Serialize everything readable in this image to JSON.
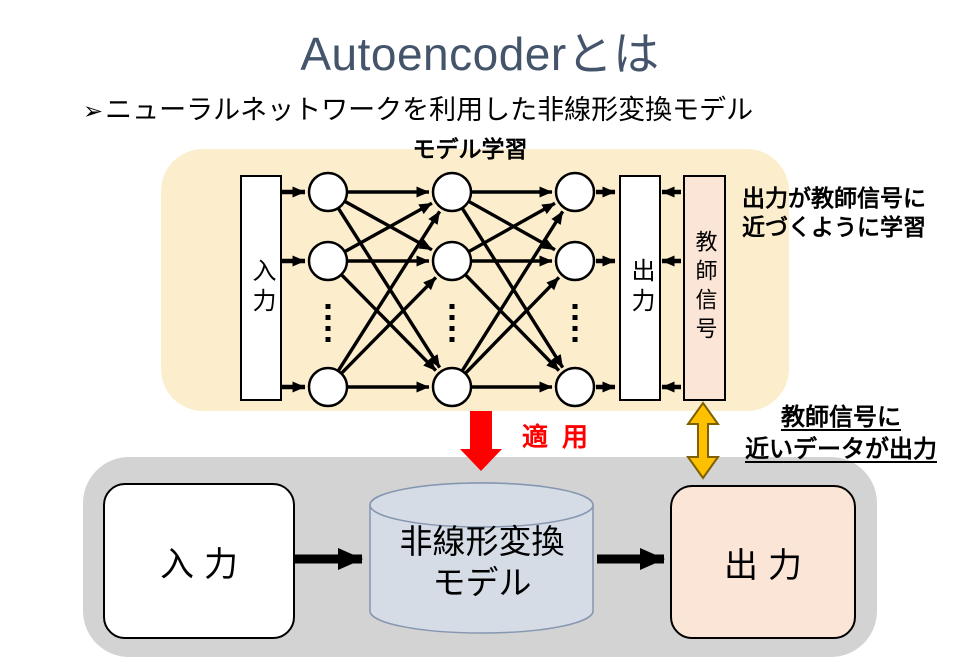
{
  "title": "Autoencoderとは",
  "bullet": {
    "marker": "➢",
    "text": "ニューラルネットワークを利用した非線形変換モデル"
  },
  "learning": {
    "label": "モデル学習",
    "input_label": "入力",
    "output_label": "出力",
    "teacher_label": "教師信号",
    "note_line1": "出力が教師信号に",
    "note_line2": "近づくように学習"
  },
  "apply": {
    "label": "適用"
  },
  "result_note": {
    "line1": "教師信号に",
    "line2": "近いデータが出力"
  },
  "inference": {
    "input_label": "入力",
    "model_line1": "非線形変換",
    "model_line2": "モデル",
    "output_label": "出力"
  },
  "colors": {
    "title-text": "#44546A",
    "panel-yellow": "#FCEECD",
    "panel-gray": "#D3D3D3",
    "peach-fill": "#FBE5D6",
    "cylinder-fill": "#D6DCE5",
    "cylinder-stroke": "#8496B0",
    "apply-red": "#FF0000",
    "gold-fill": "#FFC000",
    "gold-stroke": "#7F6000",
    "ink": "#000000"
  }
}
